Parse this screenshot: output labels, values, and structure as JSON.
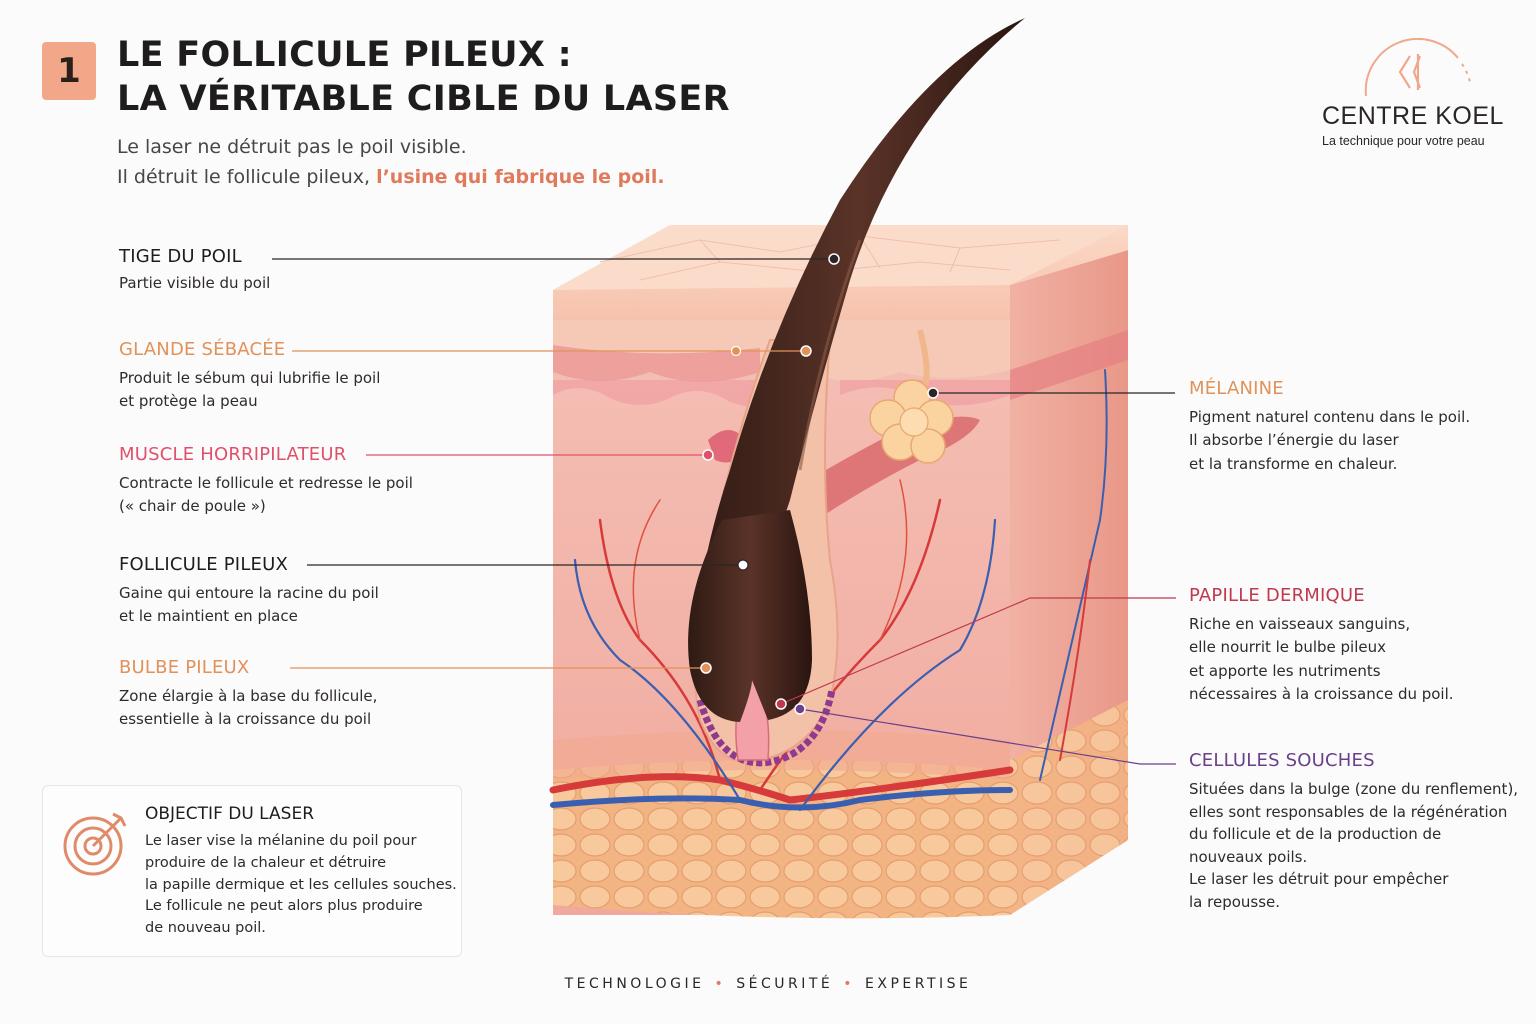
{
  "badge": "1",
  "title": {
    "line1": "LE FOLLICULE PILEUX :",
    "line2": "LA VÉRITABLE CIBLE DU LASER"
  },
  "subtitle": {
    "line1": "Le laser ne détruit pas le poil visible.",
    "line2_a": "Il détruit le follicule pileux, ",
    "line2_b": "l’usine qui fabrique le poil."
  },
  "logo": {
    "name": "CENTRE KOEL",
    "tagline": "La technique pour votre peau"
  },
  "labels": {
    "tige": {
      "title": "TIGE DU POIL",
      "desc": [
        "Partie visible du poil"
      ]
    },
    "glande": {
      "title": "GLANDE SÉBACÉE",
      "desc": [
        "Produit le sébum qui lubrifie le poil",
        "et protège la peau"
      ]
    },
    "muscle": {
      "title": "MUSCLE HORRIPILATEUR",
      "desc": [
        "Contracte le follicule et redresse le poil",
        "(« chair de poule »)"
      ]
    },
    "follicule": {
      "title": "FOLLICULE PILEUX",
      "desc": [
        "Gaine qui entoure la racine du poil",
        "et le maintient en place"
      ]
    },
    "bulbe": {
      "title": "BULBE PILEUX",
      "desc": [
        "Zone élargie à la base du follicule,",
        "essentielle à la croissance du poil"
      ]
    },
    "melanine": {
      "title": "MÉLANINE",
      "desc": [
        "Pigment naturel contenu dans le poil.",
        "Il absorbe l’énergie du laser",
        "et la transforme en chaleur."
      ]
    },
    "papille": {
      "title": "PAPILLE DERMIQUE",
      "desc": [
        "Riche en vaisseaux sanguins,",
        "elle nourrit le bulbe pileux",
        "et apporte les nutriments",
        "nécessaires à la croissance du poil."
      ]
    },
    "cellules": {
      "title": "CELLULES SOUCHES",
      "desc": [
        "Situées dans la bulge (zone du renflement),",
        "elles sont responsables de la régénération",
        "du follicule et de la production de",
        "nouveaux poils.",
        "Le laser les détruit pour empêcher",
        "la repousse."
      ]
    }
  },
  "objective": {
    "title": "OBJECTIF DU LASER",
    "desc": [
      "Le laser vise la mélanine du poil pour",
      "produire de la chaleur et détruire",
      "la papille dermique et les cellules souches.",
      "Le follicule ne peut alors plus produire",
      "de nouveau poil."
    ]
  },
  "footer": [
    "TECHNOLOGIE",
    "SÉCURITÉ",
    "EXPERTISE"
  ],
  "colors": {
    "accent": "#e07a5c",
    "glande": "#e0925a",
    "muscle": "#e0506a",
    "papille": "#c0394e",
    "cellules": "#6b3f8a",
    "dark": "#1f1c1d"
  }
}
